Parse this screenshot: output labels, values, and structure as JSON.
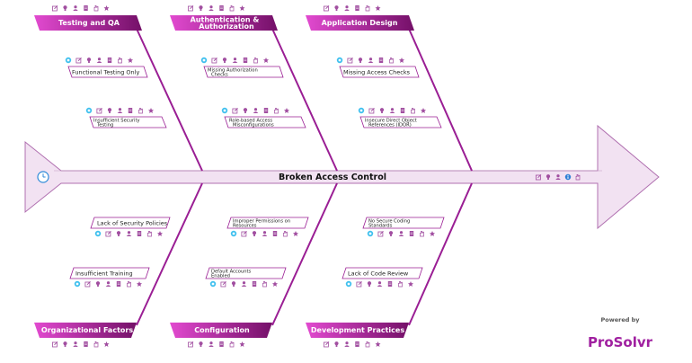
{
  "problem": "Broken Access Control",
  "categories_top": [
    {
      "id": "testing",
      "label_lines": [
        "Testing and QA"
      ]
    },
    {
      "id": "auth",
      "label_lines": [
        "Authentication &",
        "Authorization"
      ]
    },
    {
      "id": "appdesign",
      "label_lines": [
        "Application Design"
      ]
    }
  ],
  "categories_bottom": [
    {
      "id": "org",
      "label_lines": [
        "Organizational Factors"
      ]
    },
    {
      "id": "config",
      "label_lines": [
        "Configuration"
      ]
    },
    {
      "id": "devpractices",
      "label_lines": [
        "Development Practices"
      ]
    }
  ],
  "causes": [
    {
      "id": "t1",
      "lines": [
        "Functional Testing Only"
      ]
    },
    {
      "id": "t2",
      "lines": [
        "Insufficient Security",
        "Testing"
      ]
    },
    {
      "id": "a1",
      "lines": [
        "Missing Authorization",
        "Checks"
      ]
    },
    {
      "id": "a2",
      "lines": [
        "Role-based Access",
        "Misconfigurations"
      ]
    },
    {
      "id": "d1",
      "lines": [
        "Missing Access Checks"
      ]
    },
    {
      "id": "d2",
      "lines": [
        "Insecure Direct Object",
        "References (IDOR)"
      ]
    },
    {
      "id": "o1",
      "lines": [
        "Lack of Security Policies"
      ]
    },
    {
      "id": "o2",
      "lines": [
        "Insufficient Training"
      ]
    },
    {
      "id": "c1",
      "lines": [
        "Improper Permissions on",
        "Resources"
      ]
    },
    {
      "id": "c2",
      "lines": [
        "Default Accounts",
        "Enabled"
      ]
    },
    {
      "id": "p1",
      "lines": [
        "No Secure Coding",
        "Standards"
      ]
    },
    {
      "id": "p2",
      "lines": [
        "Lack of Code Review"
      ]
    }
  ],
  "toolbar_icons": [
    "comment-icon",
    "edit-icon",
    "idea-icon",
    "person-icon",
    "document-icon",
    "hand-icon",
    "star-icon"
  ],
  "spine_icons": [
    "edit-icon",
    "idea-icon",
    "person-icon",
    "info-icon",
    "hand-icon"
  ],
  "powered_by": "Powered by",
  "brand": "ProSolvr",
  "colors": {
    "category_start": "#e040c8",
    "category_end": "#7a1070",
    "bone": "#9a1e94",
    "arrow_fill": "#f2e2f2",
    "arrow_stroke": "#b070b0",
    "icon": "#a14ea0",
    "brand": "#a020a0"
  }
}
